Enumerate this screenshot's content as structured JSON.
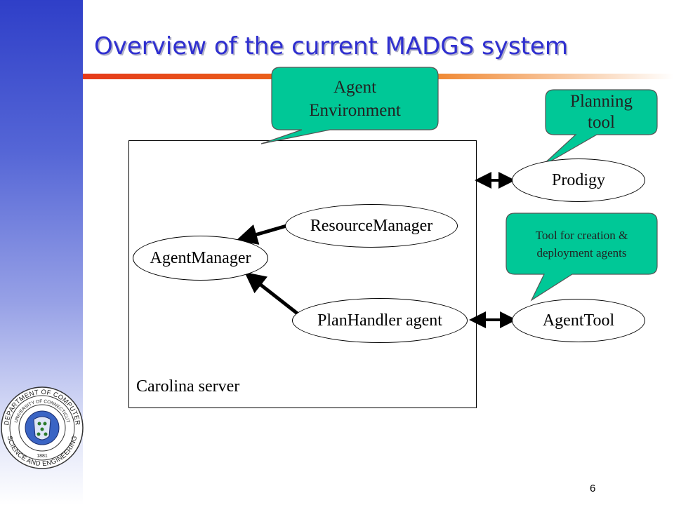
{
  "slide": {
    "title": "Overview of the current MADGS system",
    "page_number": "6"
  },
  "diagram": {
    "container": {
      "label": "Carolina server"
    },
    "nodes": {
      "agent_manager": "AgentManager",
      "resource_manager": "ResourceManager",
      "plan_handler": "PlanHandler agent",
      "prodigy": "Prodigy",
      "agent_tool": "AgentTool"
    },
    "callouts": {
      "agent_environment": [
        "Agent",
        "Environment"
      ],
      "planning_tool": [
        "Planning",
        "tool"
      ],
      "tool_creation": [
        "Tool for creation &",
        "deployment agents"
      ]
    }
  },
  "logo": {
    "text_top": "DEPARTMENT OF COMPUTER",
    "text_inner": "UNIVERSITY OF CONNECTICUT",
    "text_bottom": "SCIENCE AND ENGINEERING",
    "year": "1881"
  },
  "colors": {
    "title": "#2f2fd0",
    "callout_fill": "#00c897",
    "accent_bar": "#e53a1a"
  }
}
